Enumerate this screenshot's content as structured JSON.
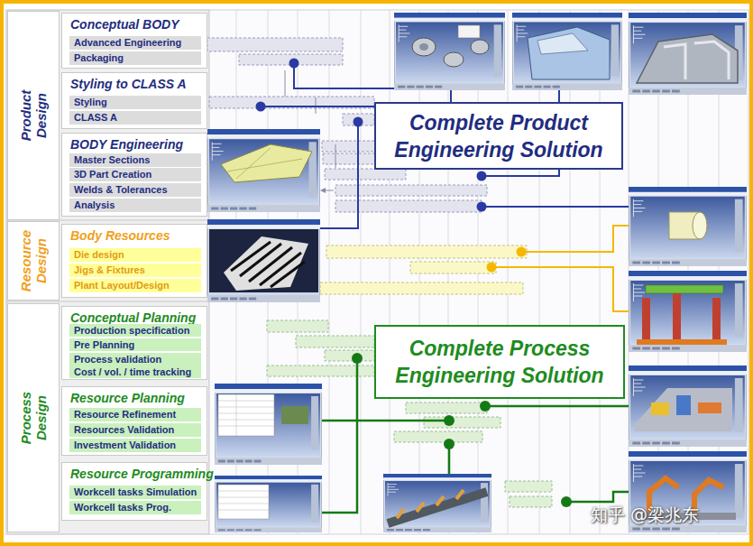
{
  "diagram": {
    "nodes": [
      {
        "text": [
          "Product Design"
        ]
      },
      {
        "text": [
          "Conceptual BODY"
        ]
      },
      {
        "text": [
          "Advanced Engineering"
        ],
        "in": 1
      },
      {
        "text": [
          "Packaging"
        ],
        "in": 1
      },
      {
        "text": [
          "Styling to CLASS A"
        ]
      },
      {
        "text": [
          "Styling"
        ],
        "in": 4
      },
      {
        "text": [
          "CLASS A"
        ],
        "in": 4
      },
      {
        "text": [
          "BODY Engineering"
        ]
      },
      {
        "text": [
          "Master Sections"
        ],
        "in": 7
      },
      {
        "text": [
          "3D Part Creation"
        ],
        "in": 7
      },
      {
        "text": [
          "Welds & Tolerances"
        ],
        "in": 7
      },
      {
        "text": [
          "Analysis"
        ],
        "in": 7
      },
      {
        "text": [
          "Resource Design"
        ]
      },
      {
        "text": [
          "Body Resources"
        ]
      },
      {
        "text": [
          "Die design"
        ],
        "in": 13
      },
      {
        "text": [
          "Jigs & Fixtures"
        ],
        "in": 13
      },
      {
        "text": [
          "Plant Layout/Design"
        ],
        "in": 13
      },
      {
        "text": [
          "Process Design"
        ]
      },
      {
        "text": [
          "Conceptual Planning"
        ]
      },
      {
        "text": [
          "Production specification"
        ],
        "in": 18
      },
      {
        "text": [
          "Pre Planning"
        ],
        "in": 18
      },
      {
        "text": [
          "Process validation"
        ],
        "in": 18
      },
      {
        "text": [
          "Cost / vol. / time tracking"
        ],
        "in": 18
      },
      {
        "text": [
          "Resource Planning"
        ]
      },
      {
        "text": [
          "Resource Refinement"
        ],
        "in": 23
      },
      {
        "text": [
          "Resources Validation"
        ],
        "in": 23
      },
      {
        "text": [
          "Investment Validation"
        ],
        "in": 23
      },
      {
        "text": [
          "Resource Programming"
        ]
      },
      {
        "text": [
          "Workcell tasks Simulation"
        ],
        "in": 27
      },
      {
        "text": [
          "Workcell tasks Prog."
        ],
        "in": 27
      },
      {
        "text": [
          "Complete Product Engineering Solution"
        ]
      },
      {
        "text": [
          "Complete Process Engineering Solution"
        ]
      }
    ],
    "labels": [
      "知乎 @梁兆东"
    ]
  }
}
